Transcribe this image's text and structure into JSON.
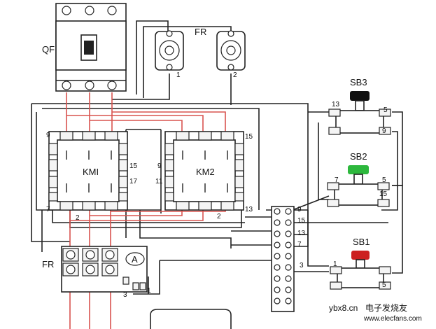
{
  "components": {
    "qf": "QF",
    "fr_top": "FR",
    "fr_bottom": "FR",
    "km1": "KMI",
    "km2": "KM2",
    "sb1": "SB1",
    "sb2": "SB2",
    "sb3": "SB3",
    "ammeter": "A"
  },
  "terminals": {
    "fr1": "1",
    "fr2": "2",
    "km1_9": "9",
    "km1_15": "15",
    "km1_17": "17",
    "km1_7": "7",
    "km1_2": "2",
    "km2_9": "9",
    "km2_11": "11",
    "km2_15": "15",
    "km2_13": "13",
    "km2_2": "2",
    "sb3_13": "13",
    "sb3_5": "5",
    "sb3_9": "9",
    "sb2_7": "7",
    "sb2_5": "5",
    "sb2_15": "15",
    "sb1_1": "1",
    "sb1_5": "5",
    "strip_9": "9",
    "strip_15": "15",
    "strip_13": "13",
    "strip_7": "7",
    "strip_3": "3",
    "fr_bottom_3": "3",
    "fr_bottom_1": "1"
  },
  "button_colors": {
    "sb3": "#111111",
    "sb2": "#2db83d",
    "sb1": "#cc1f1f"
  },
  "watermark": {
    "site": "ybx8.cn",
    "brand": "电子发烧友",
    "url": "www.elecfans.com"
  }
}
